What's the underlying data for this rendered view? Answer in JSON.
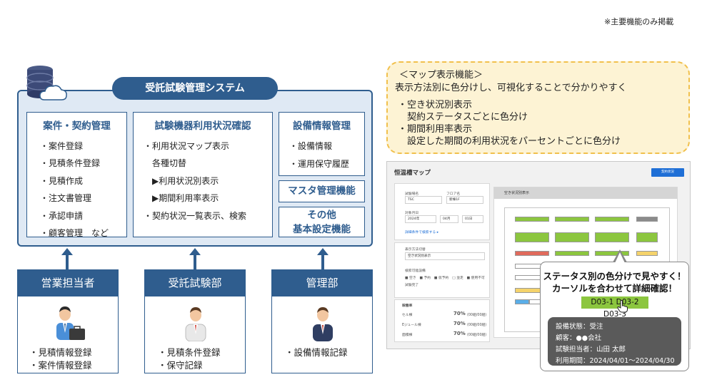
{
  "note": "※主要機能のみ掲載",
  "system": {
    "title": "受託試験管理システム",
    "panels": [
      {
        "title": "案件・契約管理",
        "items": [
          "・案件登録",
          "・見積条件登録",
          "・見積作成",
          "・注文書管理",
          "・承認申請",
          "・顧客管理　など"
        ]
      },
      {
        "title": "試験機器利用状況確認",
        "items": [
          "・利用状況マップ表示",
          "　各種切替",
          "　▶利用状況別表示",
          "　▶期間利用率表示",
          "・契約状況一覧表示、検索"
        ]
      },
      {
        "title": "設備情報管理",
        "items": [
          "・設備情報",
          "・運用保守履歴"
        ]
      },
      {
        "title": "マスタ管理機能"
      },
      {
        "title_line1": "その他",
        "title_line2": "基本設定機能"
      }
    ]
  },
  "departments": [
    {
      "title": "営業担当者",
      "items": [
        "・見積情報登録",
        "・案件情報登録"
      ]
    },
    {
      "title": "受託試験部",
      "items": [
        "・見積条件登録",
        "・保守記録"
      ]
    },
    {
      "title": "管理部",
      "items": [
        "・設備情報記録"
      ]
    }
  ],
  "map_feature": {
    "title": "＜マップ表示機能＞",
    "desc": "表示方法別に色分けし、可視化することで分かりやすく",
    "bullets": [
      "・空き状況別表示",
      "　契約ステータスごとに色分け",
      "・期間利用率表示",
      "　設定した期間の利用状況をパーセントごとに色分け"
    ]
  },
  "screenshot": {
    "title": "恒温槽マップ",
    "button": "契約状況",
    "labels": {
      "test_site": "試験場名",
      "floor": "フロア名",
      "site_val": "TSC",
      "floor_val": "新棟1F",
      "date": "対象月日",
      "year": "2024年",
      "month": "04月",
      "day": "01日",
      "detail": "詳細条件で検索する ▸",
      "display_method": "表示方法切替",
      "display_val": "空き状況別表示",
      "legend_top": "検索可能設備",
      "legend": "■ 空き　■ 予約　■ 仮予約　□ 並走　■ 使用不可",
      "legend_sub": "試験完了",
      "rate_head": "稼働率",
      "rates": [
        {
          "name": "セル棟",
          "val": "70%",
          "sub": "(00組/00組)"
        },
        {
          "name": "Eジュール棟",
          "val": "70%",
          "sub": "(00組/00組)"
        },
        {
          "name": "面積棟",
          "val": "70%",
          "sub": "(00組/00組)"
        }
      ],
      "map_head": "空き状況別表示"
    }
  },
  "callout": {
    "line1": "ステータス別の色分けで見やすく！",
    "line2": "カーソルを合わせて詳細確認！",
    "tag": "D03-1  D03-2  D03-3",
    "info": [
      "設備状態：受注",
      "顧客：●●会社",
      "試験担当者：山田 太郎",
      "利用期間：2024/04/01～2024/04/30"
    ]
  },
  "colors": {
    "primary": "#2f5d8e",
    "green": "#8cc63f",
    "bubble_bg": "#fdf3d4",
    "bubble_border": "#f1c04c"
  }
}
